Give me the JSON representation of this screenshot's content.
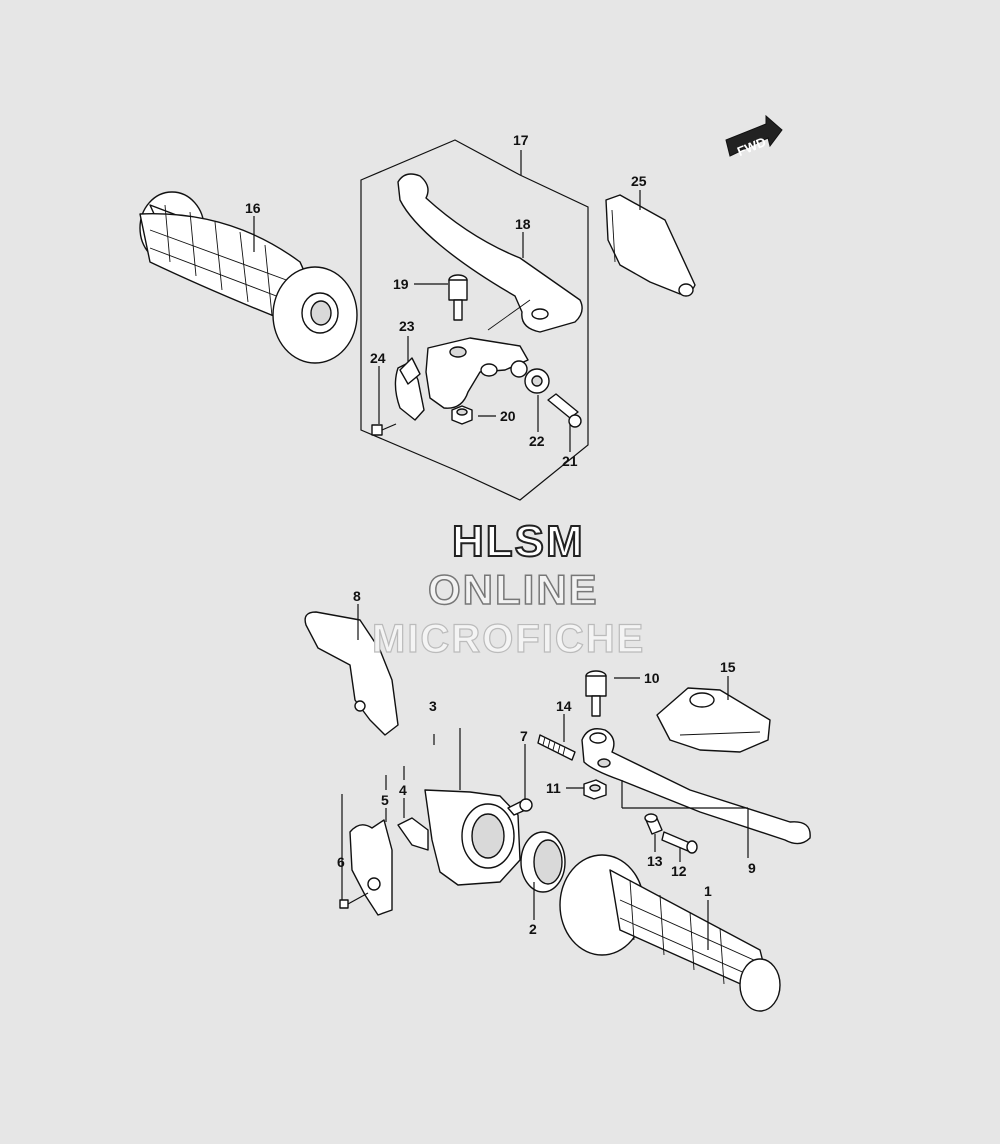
{
  "watermark": {
    "line1": "HLSM",
    "line2": "ONLINE",
    "line3": "MICROFICHE"
  },
  "direction_badge": "FWD",
  "callouts": [
    {
      "id": "c1",
      "label": "1"
    },
    {
      "id": "c2",
      "label": "2"
    },
    {
      "id": "c3",
      "label": "3"
    },
    {
      "id": "c4",
      "label": "4"
    },
    {
      "id": "c5",
      "label": "5"
    },
    {
      "id": "c6",
      "label": "6"
    },
    {
      "id": "c7",
      "label": "7"
    },
    {
      "id": "c8",
      "label": "8"
    },
    {
      "id": "c9",
      "label": "9"
    },
    {
      "id": "c10",
      "label": "10"
    },
    {
      "id": "c11",
      "label": "11"
    },
    {
      "id": "c12",
      "label": "12"
    },
    {
      "id": "c13",
      "label": "13"
    },
    {
      "id": "c14",
      "label": "14"
    },
    {
      "id": "c15",
      "label": "15"
    },
    {
      "id": "c16",
      "label": "16"
    },
    {
      "id": "c17",
      "label": "17"
    },
    {
      "id": "c18",
      "label": "18"
    },
    {
      "id": "c19",
      "label": "19"
    },
    {
      "id": "c20",
      "label": "20"
    },
    {
      "id": "c21",
      "label": "21"
    },
    {
      "id": "c22",
      "label": "22"
    },
    {
      "id": "c23",
      "label": "23"
    },
    {
      "id": "c24",
      "label": "24"
    },
    {
      "id": "c25",
      "label": "25"
    }
  ]
}
